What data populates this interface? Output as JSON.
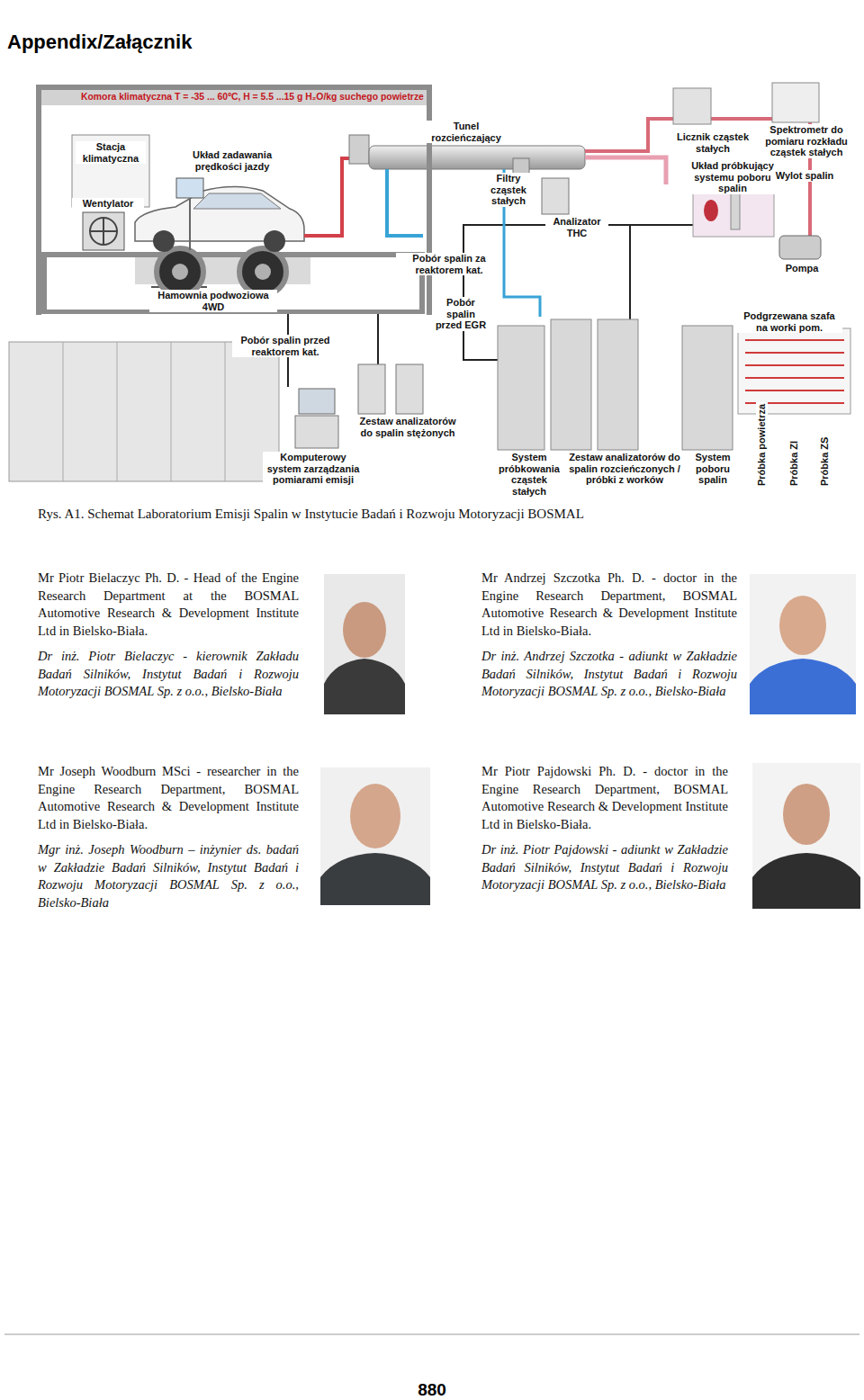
{
  "diagram": {
    "title": "Appendix/Załącznik",
    "caption": "Rys. A1. Schemat Laboratorium Emisji Spalin w Instytucie Badań i Rozwoju Motoryzacji BOSMAL",
    "nodes": [
      {
        "text": [
          "Komora klimatyczna T = -35 ... 60ºC, H = 5.5 ...15 g H₂O/kg suchego powietrze"
        ]
      }
    ],
    "labels": [
      "Stacja klimatyczna",
      "Układ zadawania prędkości jazdy",
      "Wentylator",
      "Tunel rozcieńczający",
      "Filtry cząstek stałych",
      "Analizator THC",
      "Licznik cząstek stałych",
      "Spektrometr do pomiaru rozkładu cząstek stałych",
      "Układ próbkujący systemu poboru spalin",
      "Wylot spalin",
      "Pompa",
      "Pobór spalin za reaktorem kat.",
      "Pobór spalin przed EGR",
      "Hamownia podwoziowa 4WD",
      "Pobór spalin przed reaktorem kat.",
      "Podgrzewana szafa na worki pom.",
      "Zestaw analizatorów do spalin stężonych",
      "Komputerowy system zarządzania pomiarami emisji",
      "System próbkowania cząstek stałych",
      "Zestaw analizatorów do spalin rozcieńczonych / próbki z worków",
      "System poboru spalin",
      "Próbka powietrza",
      "Próbka ZI",
      "Próbka ZS",
      "Mr Piotr Bielaczyc Ph. D. - Head of the Engine Research Department at the BOSMAL Automotive Research & Development Institute Ltd in Bielsko-Biała.",
      "Dr inż. Piotr Bielaczyc - kierownik Zakładu Badań Silników, Instytut Badań i Rozwoju Motoryzacji BOSMAL Sp. z o.o., Bielsko-Biała",
      "Mr Andrzej Szczotka Ph. D. - doctor in the Engine Research Department, BOSMAL Automotive Research & Development Institute Ltd in Bielsko-Biała.",
      "Dr inż. Andrzej Szczotka - adiunkt w Zakładzie Badań Silników, Instytut Badań i Rozwoju Motoryzacji BOSMAL Sp. z o.o., Bielsko-Biała",
      "Mr Joseph Woodburn MSci - researcher in the Engine Research Department, BOSMAL Automotive Research & Development Institute Ltd in Bielsko-Biała.",
      "Mgr inż. Joseph Woodburn – inżynier ds. badań w Zakładzie Badań Silników, Instytut Badań i Rozwoju Motoryzacji BOSMAL Sp. z o.o., Bielsko-Biała",
      "Mr Piotr Pajdowski Ph. D. - doctor in the Engine Research Department, BOSMAL Automotive Research & Development Institute Ltd in Bielsko-Biała.",
      "Dr inż. Piotr Pajdowski - adiunkt w Zakładzie Badań Silników, Instytut Badań i Rozwoju Motoryzacji BOSMAL Sp. z o.o., Bielsko-Biała",
      "880"
    ]
  }
}
